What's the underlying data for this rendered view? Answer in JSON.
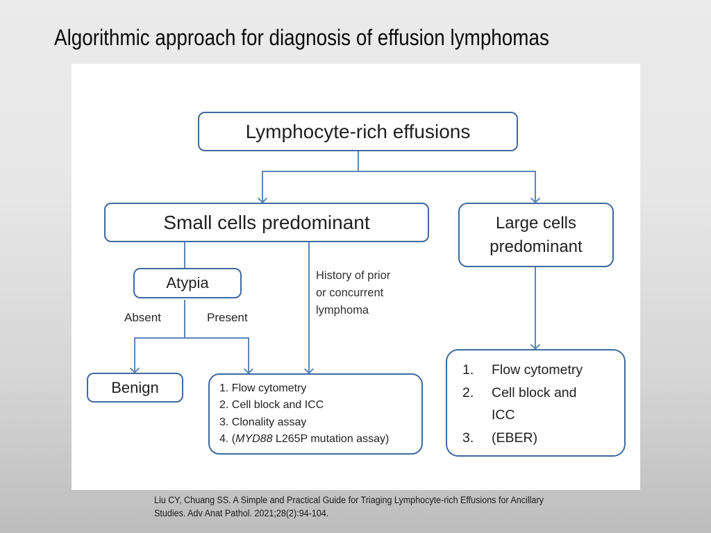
{
  "title": "Algorithmic approach for diagnosis of effusion lymphomas",
  "accent_colors": {
    "box_border": "#3f689e",
    "connector": "#5c85b6",
    "panel_background": "#ffffff"
  },
  "flowchart": {
    "top_box": "Lymphocyte-rich effusions",
    "small_box": "Small cells predominant",
    "large_box": {
      "line1": "Large cells",
      "line2": "predominant"
    },
    "atypia_box": "Atypia",
    "branch_labels": {
      "absent": "Absent",
      "present": "Present"
    },
    "history_note": {
      "line1": "History of prior",
      "line2": "or concurrent",
      "line3": "lymphoma"
    },
    "benign_box": "Benign",
    "small_cell_workup": {
      "item1": "1. Flow cytometry",
      "item2": "2. Cell block and ICC",
      "item3": "3. Clonality assay",
      "item4_prefix": "4. (",
      "item4_gene": "MYD88",
      "item4_suffix": " L265P mutation assay)"
    },
    "large_cell_workup": {
      "rows": [
        [
          "1.",
          "Flow cytometry"
        ],
        [
          "2.",
          "Cell block and"
        ],
        [
          "",
          "ICC"
        ],
        [
          "3.",
          "(EBER)"
        ]
      ]
    }
  },
  "citation": {
    "line1": "Liu CY, Chuang SS. A Simple and Practical Guide for Triaging Lymphocyte-rich Effusions for Ancillary",
    "line2": "Studies. Adv Anat Pathol. 2021;28(2):94-104."
  }
}
